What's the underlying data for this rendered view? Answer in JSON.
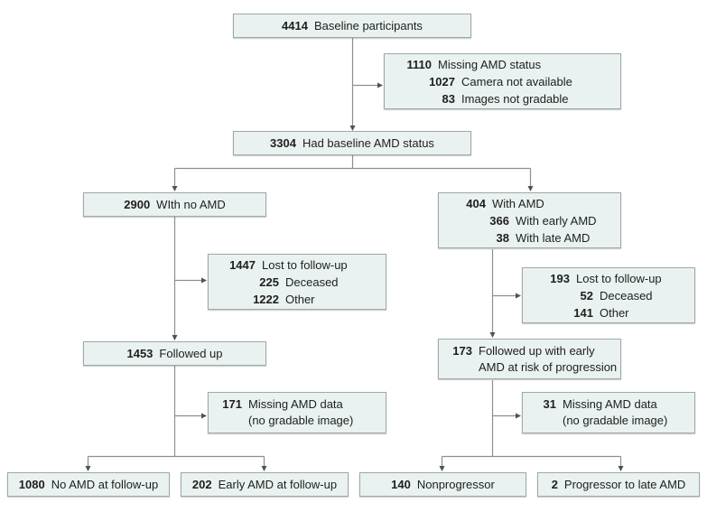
{
  "colors": {
    "box_fill": "#e9f2f0",
    "box_border": "#9fa8a8",
    "line": "#8a8f8f",
    "arrow": "#4d5252",
    "text": "#1e1e1e"
  },
  "boxes": {
    "baseline": {
      "num": "4414",
      "label": "Baseline participants"
    },
    "missing_baseline": {
      "rows": [
        {
          "num": "1110",
          "label": "Missing AMD status"
        },
        {
          "num": "1027",
          "label": "Camera not available"
        },
        {
          "num": "83",
          "label": "Images not gradable"
        }
      ]
    },
    "had_baseline": {
      "num": "3304",
      "label": "Had baseline AMD status"
    },
    "no_amd": {
      "num": "2900",
      "label": "WIth no AMD"
    },
    "with_amd": {
      "rows": [
        {
          "num": "404",
          "label": "With AMD"
        },
        {
          "num": "366",
          "label": "With early AMD"
        },
        {
          "num": "38",
          "label": "With late AMD"
        }
      ]
    },
    "lost_left": {
      "rows": [
        {
          "num": "1447",
          "label": "Lost to follow-up"
        },
        {
          "num": "225",
          "label": "Deceased"
        },
        {
          "num": "1222",
          "label": "Other"
        }
      ]
    },
    "lost_right": {
      "rows": [
        {
          "num": "193",
          "label": "Lost to follow-up"
        },
        {
          "num": "52",
          "label": "Deceased"
        },
        {
          "num": "141",
          "label": "Other"
        }
      ]
    },
    "followed_left": {
      "num": "1453",
      "label": "Followed up"
    },
    "followed_right": {
      "num": "173",
      "line1": "Followed up with early",
      "line2": "AMD at risk of progression"
    },
    "missing_left": {
      "num": "171",
      "line1": "Missing AMD data",
      "line2": "(no gradable image)"
    },
    "missing_right": {
      "num": "31",
      "line1": "Missing AMD data",
      "line2": "(no gradable image)"
    },
    "no_amd_followup": {
      "num": "1080",
      "label": "No AMD at follow-up"
    },
    "early_amd_followup": {
      "num": "202",
      "label": "Early AMD at follow-up"
    },
    "nonprogressor": {
      "num": "140",
      "label": "Nonprogressor"
    },
    "progressor": {
      "num": "2",
      "label": "Progressor to late AMD"
    }
  }
}
